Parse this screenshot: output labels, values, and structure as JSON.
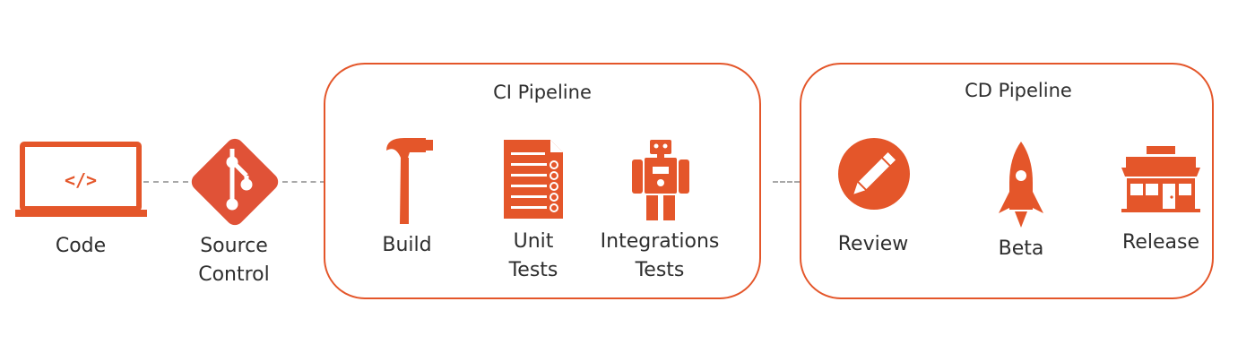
{
  "code": {
    "label": "Code",
    "glyph": "</>"
  },
  "source_control": {
    "line1": "Source",
    "line2": "Control"
  },
  "ci_pipeline": {
    "title": "CI Pipeline",
    "build": "Build",
    "unit_tests": {
      "line1": "Unit",
      "line2": "Tests"
    },
    "integration_tests": {
      "line1": "Integrations",
      "line2": "Tests"
    }
  },
  "cd_pipeline": {
    "title": "CD Pipeline",
    "review": "Review",
    "beta": "Beta",
    "release": "Release"
  },
  "colors": {
    "accent": "#e4562a",
    "git": "#e05237",
    "connector": "#a8a8a8"
  }
}
